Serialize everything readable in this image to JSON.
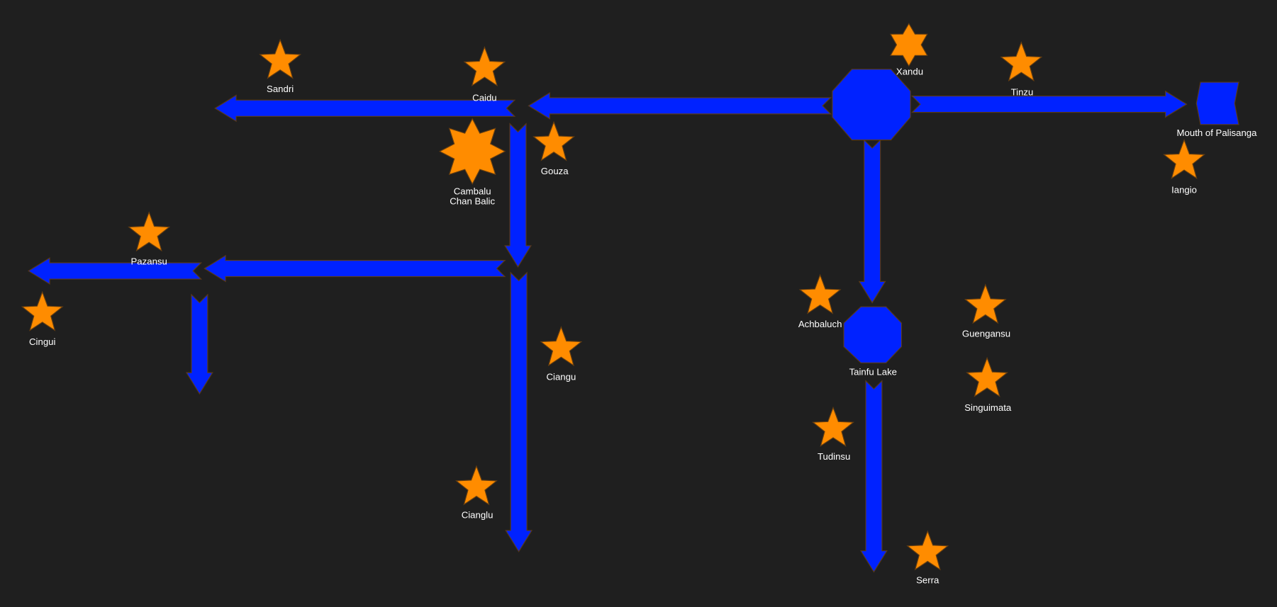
{
  "colors": {
    "background": "#1f1f1f",
    "route": "#0022ff",
    "city": "#ff8c00",
    "outline": "#5a3a1a"
  },
  "places": {
    "sandri": "Sandri",
    "caidu": "Caidu",
    "gouza": "Gouza",
    "cambalu": [
      "Cambalu",
      "Chan Balic"
    ],
    "xandu": "Xandu",
    "tinzu": "Tinzu",
    "mouth": "Mouth of Palisanga",
    "iangio": "Iangio",
    "pazansu": "Pazansu",
    "cingui": "Cingui",
    "ciangu": "Ciangu",
    "achbaluch": "Achbaluch",
    "tainfu": "Tainfu Lake",
    "guengansu": "Guengansu",
    "singuimata": "Singuimata",
    "tudinsu": "Tudinsu",
    "cianglu": "Cianglu",
    "serra": "Serra"
  }
}
